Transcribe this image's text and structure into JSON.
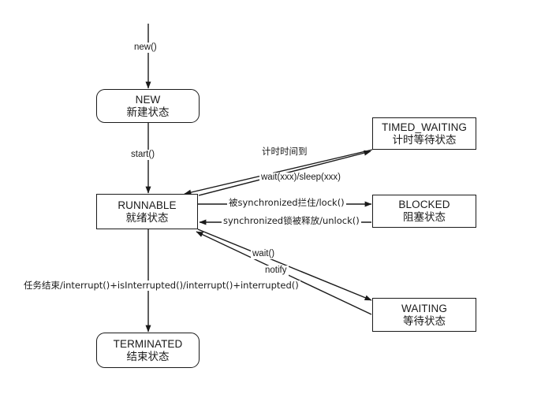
{
  "diagram": {
    "title": "Java Thread State Transition Diagram",
    "background_color": "#ffffff",
    "stroke_color": "#1a1a1a",
    "states": [
      {
        "id": "new",
        "name": "NEW",
        "name_cn": "新建状态",
        "shape": "rounded-rect"
      },
      {
        "id": "runnable",
        "name": "RUNNABLE",
        "name_cn": "就绪状态",
        "shape": "rect"
      },
      {
        "id": "timed_waiting",
        "name": "TIMED_WAITING",
        "name_cn": "计时等待状态",
        "shape": "rect"
      },
      {
        "id": "blocked",
        "name": "BLOCKED",
        "name_cn": "阻塞状态",
        "shape": "rect"
      },
      {
        "id": "waiting",
        "name": "WAITING",
        "name_cn": "等待状态",
        "shape": "rect"
      },
      {
        "id": "terminated",
        "name": "TERMINATED",
        "name_cn": "结束状态",
        "shape": "rounded-rect"
      }
    ],
    "transitions": [
      {
        "id": "t-new",
        "from": "start",
        "to": "new",
        "label": "new()"
      },
      {
        "id": "t-start",
        "from": "new",
        "to": "runnable",
        "label": "start()"
      },
      {
        "id": "t-timer-expired",
        "from": "timed_waiting",
        "to": "runnable",
        "label": "计时时间到"
      },
      {
        "id": "t-wait-sleep",
        "from": "runnable",
        "to": "timed_waiting",
        "label": "wait(xxx)/sleep(xxx)"
      },
      {
        "id": "t-lock",
        "from": "runnable",
        "to": "blocked",
        "label": "被synchronized拦住/lock()"
      },
      {
        "id": "t-unlock",
        "from": "blocked",
        "to": "runnable",
        "label": "synchronized锁被释放/unlock()"
      },
      {
        "id": "t-wait",
        "from": "runnable",
        "to": "waiting",
        "label": "wait()"
      },
      {
        "id": "t-notify",
        "from": "waiting",
        "to": "runnable",
        "label": "notify"
      },
      {
        "id": "t-terminate",
        "from": "runnable",
        "to": "terminated",
        "label": "任务结束/interrupt()+isInterrupted()/interrupt()+interrupted()"
      }
    ]
  }
}
